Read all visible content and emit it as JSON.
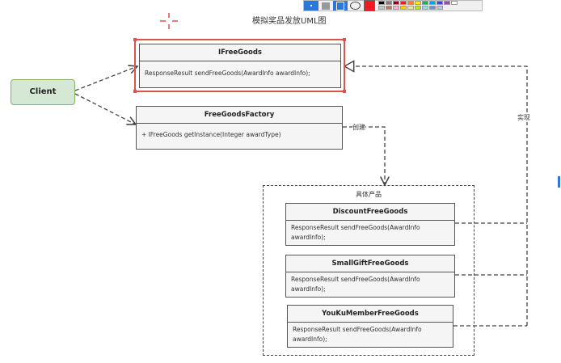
{
  "diagram": {
    "title": "模拟奖品发放UML图",
    "client": "Client",
    "ifree": {
      "name": "IFreeGoods",
      "method": "ResponseResult sendFreeGoods(AwardInfo awardInfo);"
    },
    "factory": {
      "name": "FreeGoodsFactory",
      "method": "+ IFreeGoods getInstance(Integer awardType)"
    },
    "group_label": "具体产品",
    "create_label": "创建",
    "implement_label": "实现",
    "products": [
      {
        "name": "DiscountFreeGoods",
        "method_line1": "ResponseResult sendFreeGoods(AwardInfo",
        "method_line2": "awardInfo);"
      },
      {
        "name": "SmallGiftFreeGoods",
        "method_line1": "ResponseResult sendFreeGoods(AwardInfo",
        "method_line2": "awardInfo);"
      },
      {
        "name": "YouKuMemberFreeGoods",
        "method_line1": "ResponseResult sendFreeGoods(AwardInfo",
        "method_line2": "awardInfo);"
      }
    ]
  },
  "colors": {
    "client_fill": "#d5e8d4",
    "client_stroke": "#82b366",
    "selection": "#d9534f",
    "box_fill": "#f5f5f5"
  },
  "toolbar_swatches": [
    "#000000",
    "#7f7f7f",
    "#880015",
    "#ed1c24",
    "#ff7f27",
    "#fff200",
    "#22b14c",
    "#00a2e8",
    "#3f48cc",
    "#a349a4",
    "#ffffff",
    "#c3c3c3",
    "#b97a57",
    "#ffaec9",
    "#ffc90e",
    "#efe4b0",
    "#b5e61d",
    "#99d9ea",
    "#7092be",
    "#c8bfe7"
  ]
}
